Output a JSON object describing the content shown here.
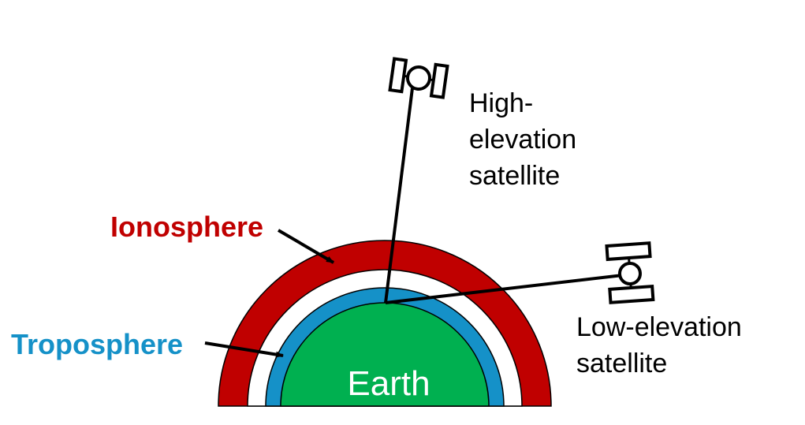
{
  "labels": {
    "ionosphere": "Ionosphere",
    "troposphere": "Troposphere",
    "earth": "Earth",
    "high_satellite": [
      "High-",
      "elevation",
      "satellite"
    ],
    "low_satellite": [
      "Low-elevation",
      "satellite"
    ]
  },
  "colors": {
    "ionosphere": "#c00000",
    "troposphere": "#1591c8",
    "earth": "#00b050",
    "gap": "#ffffff",
    "line": "#000000",
    "earth_text": "#ffffff"
  },
  "icons": {
    "high_satellite": "satellite-icon",
    "low_satellite": "satellite-icon"
  }
}
